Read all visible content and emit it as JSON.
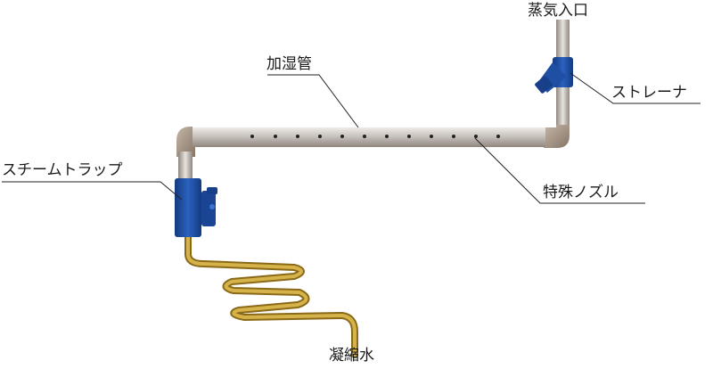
{
  "labels": {
    "steam_inlet": "蒸気入口",
    "humidifier_pipe": "加湿管",
    "strainer": "ストレーナ",
    "steam_trap": "スチームトラップ",
    "special_nozzle": "特殊ノズル",
    "condensate": "凝縮水"
  },
  "colors": {
    "pipe_silver": "#c9c3bd",
    "elbow_brown": "#a8988a",
    "blue_component": "#1f4fa3",
    "copper_coil": "#c8a032",
    "leader_line": "#222222"
  }
}
